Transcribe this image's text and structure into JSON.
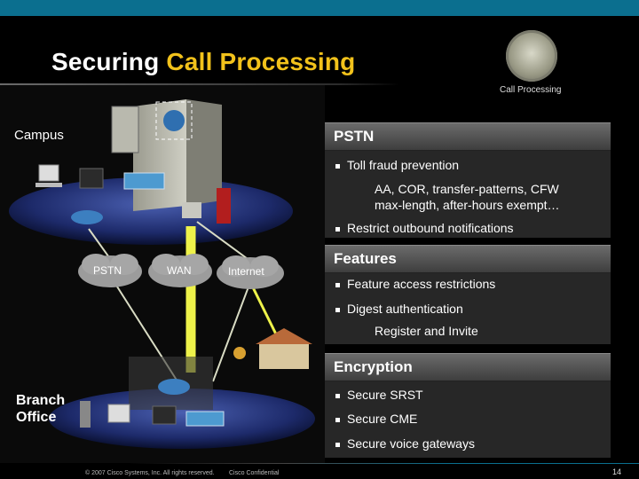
{
  "header": {
    "title_part1": "Securing ",
    "title_part2": "Call Processing",
    "badge_label": "Call Processing",
    "accent_color": "#f2c21b",
    "topbar_color": "#0b6f8f"
  },
  "diagram": {
    "campus_label": "Campus",
    "branch_label_line1": "Branch",
    "branch_label_line2": "Office",
    "clouds": [
      "PSTN",
      "WAN",
      "Internet"
    ]
  },
  "panels": {
    "pstn": {
      "heading": "PSTN",
      "bullet1": "Toll fraud prevention",
      "sub1_line1": "AA, COR, transfer-patterns, CFW",
      "sub1_line2": "max-length, after-hours exempt…",
      "bullet2": "Restrict outbound notifications"
    },
    "features": {
      "heading": "Features",
      "bullet1": "Feature access restrictions",
      "bullet2": "Digest authentication",
      "sub2": "Register and Invite"
    },
    "encryption": {
      "heading": "Encryption",
      "bullet1": "Secure SRST",
      "bullet2": "Secure CME",
      "bullet3": "Secure voice gateways"
    }
  },
  "footer": {
    "copyright": "© 2007 Cisco Systems, Inc. All rights reserved.",
    "confidential": "Cisco Confidential",
    "page_number": "14"
  }
}
